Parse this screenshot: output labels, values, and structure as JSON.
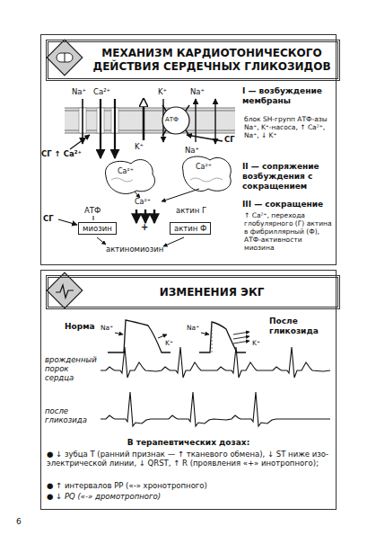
{
  "diagram": {
    "nodes": [
      {
        "text": [
          "МЕХАНИЗМ КАРДИОТОНИЧЕСКОГО ДЕЙСТВИЯ СЕРДЕЧНЫХ ГЛИКОЗИДОВ"
        ]
      },
      {
        "text": [
          "миозин"
        ],
        "in": 0
      },
      {
        "text": [
          "актин Ф"
        ],
        "in": 0
      },
      {
        "text": [
          "ИЗМЕНЕНИЯ ЭКГ"
        ]
      }
    ],
    "labels": [
      "Na⁺",
      "Ca²⁺",
      "K⁺",
      "Na⁺",
      "I — возбуждение мембраны",
      "АТФ",
      "K⁺",
      "Na⁺",
      "СГ",
      "блок SH-групп АТФ-азы Na⁺, K⁺-насоса, ↑ Ca²⁺, Na⁺, ↓ K⁺",
      "СГ ↑ Ca²⁺",
      "Ca²⁺",
      "Ca²⁺",
      "II — сопряжение возбуждения с сокращением",
      "Ca²⁺",
      "АТФ",
      "актин Г",
      "СГ",
      "+",
      "актиномиозин",
      "III — сокращение",
      "↑ Ca²⁺, перехода глобулярного (Г) актина в фибриллярный (Ф), АТФ-активности миозина",
      "Норма",
      "Na⁺",
      "K⁺",
      "После гликозида",
      "Na⁺",
      "K⁺",
      "врожденный порок сердца",
      "после гликозида",
      "В терапевтических дозах:",
      "● ↓ зубца Т (ранний признак — ↑ тканевого обмена), ↓ ST ниже изо-электрической линии, ↓ QRST, ↑ R (проявления «+» инотропного);",
      "● ↑ интервалов PP («-» хронотропного)",
      "● ↓ PQ («-» дромотропного)",
      "6"
    ]
  }
}
